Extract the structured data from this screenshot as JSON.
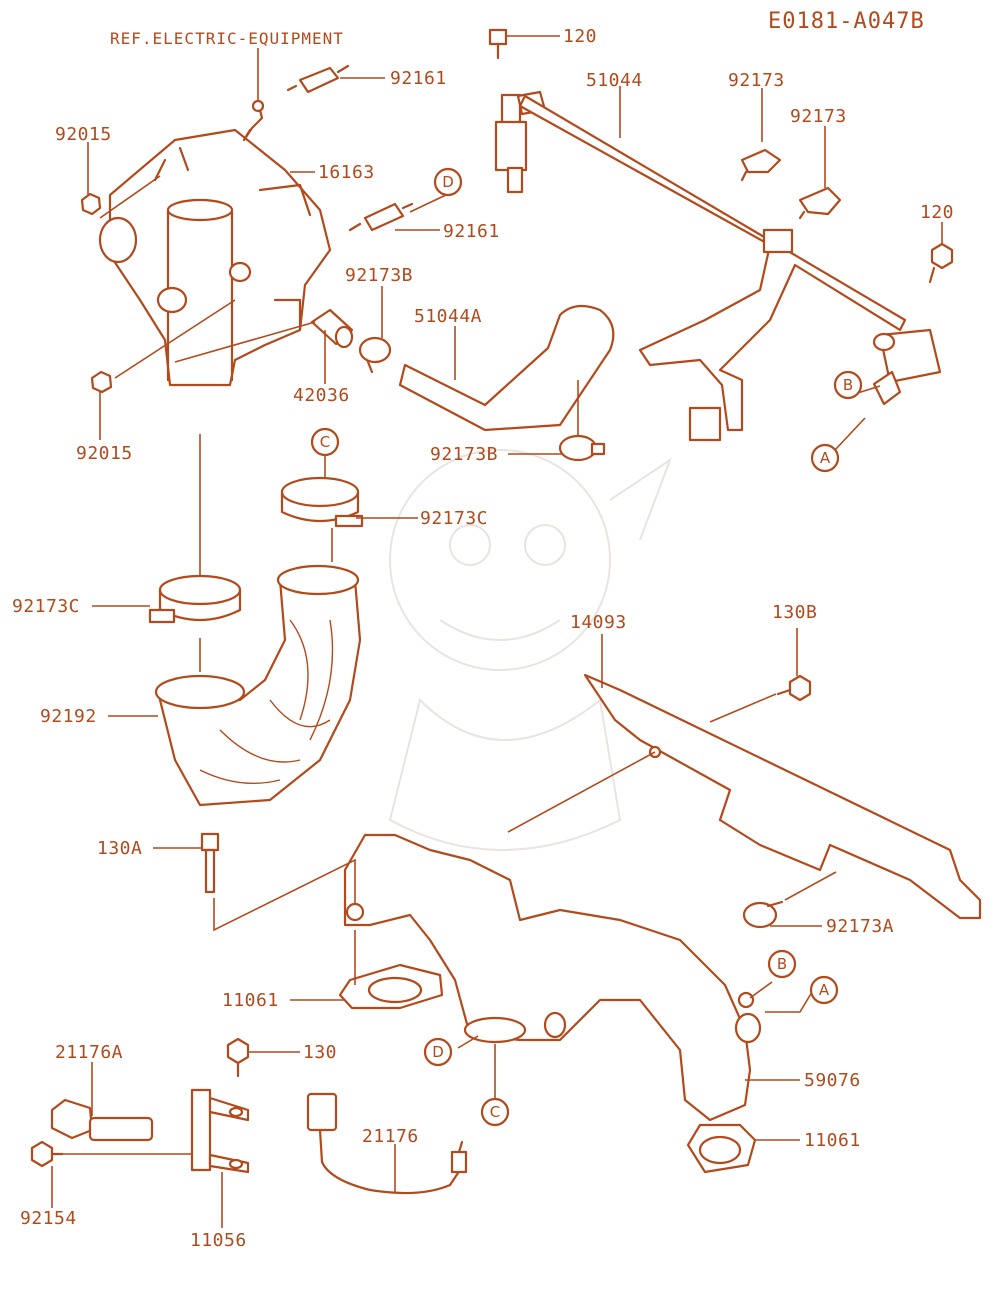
{
  "diagram_code": "E0181-A047B",
  "reference_note": "REF.ELECTRIC-EQUIPMENT",
  "colors": {
    "line": "#b24a1c",
    "background": "#ffffff",
    "watermark": "#e9e4df"
  },
  "part_labels": {
    "p120_top": "120",
    "p51044": "51044",
    "p92173_a": "92173",
    "p92173_b": "92173",
    "p120_right": "120",
    "p92161_top": "92161",
    "p16163": "16163",
    "p92015_top": "92015",
    "p92161_mid": "92161",
    "p92173B_top": "92173B",
    "p51044A": "51044A",
    "p42036": "42036",
    "p92015_bottom": "92015",
    "p92173B_bottom": "92173B",
    "p92173C_top": "92173C",
    "p92173C_left": "92173C",
    "p92192": "92192",
    "p14093": "14093",
    "p130B": "130B",
    "p130A": "130A",
    "p92173A": "92173A",
    "p11061_left": "11061",
    "p59076": "59076",
    "p11061_right": "11061",
    "p21176A": "21176A",
    "p130": "130",
    "p21176": "21176",
    "p92154": "92154",
    "p11056": "11056"
  },
  "connector_markers": {
    "d_top": "D",
    "c_top": "C",
    "b_right": "B",
    "a_right": "A",
    "b_lower": "B",
    "a_lower": "A",
    "d_lower": "D",
    "c_lower": "C"
  }
}
